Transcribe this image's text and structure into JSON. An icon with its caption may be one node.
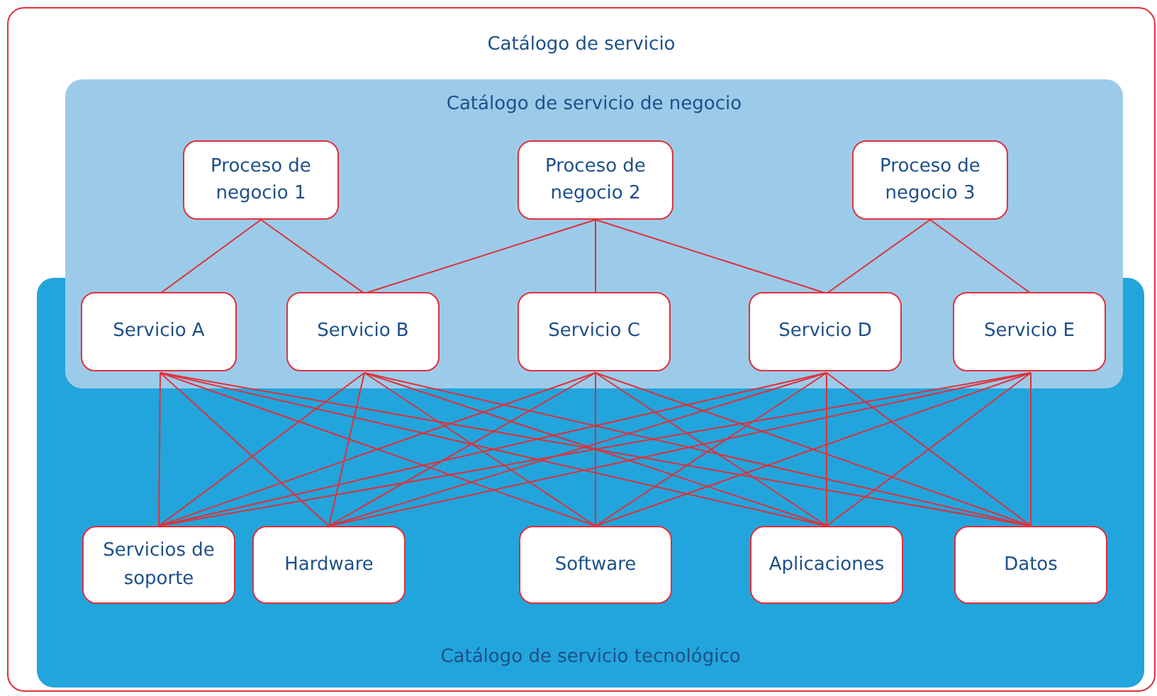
{
  "diagram": {
    "nodes": [
      {
        "text": [
          "Catálogo de servicio"
        ]
      },
      {
        "text": [
          "Catálogo de servicio de negocio"
        ],
        "in": 0
      },
      {
        "text": [
          "Proceso de negocio 1"
        ],
        "in": 1
      },
      {
        "text": [
          "Proceso de negocio 2"
        ],
        "in": 1
      },
      {
        "text": [
          "Proceso de negocio 3"
        ],
        "in": 1
      },
      {
        "text": [
          "Servicio A"
        ]
      },
      {
        "text": [
          "Servicio B"
        ]
      },
      {
        "text": [
          "Servicio C"
        ]
      },
      {
        "text": [
          "Servicio D"
        ]
      },
      {
        "text": [
          "Servicio E"
        ]
      },
      {
        "text": [
          "Catálogo de servicio tecnológico"
        ],
        "in": 0
      },
      {
        "text": [
          "Servicios de soporte"
        ],
        "in": 10
      },
      {
        "text": [
          "Hardware"
        ],
        "in": 10
      },
      {
        "text": [
          "Software"
        ],
        "in": 10
      },
      {
        "text": [
          "Aplicaciones"
        ],
        "in": 10
      },
      {
        "text": [
          "Datos"
        ],
        "in": 10
      }
    ],
    "edges": [
      {
        "from": 2,
        "to": 5,
        "arrow": "none"
      },
      {
        "from": 2,
        "to": 6,
        "arrow": "none"
      },
      {
        "from": 3,
        "to": 6,
        "arrow": "none"
      },
      {
        "from": 3,
        "to": 7,
        "arrow": "none"
      },
      {
        "from": 3,
        "to": 8,
        "arrow": "none"
      },
      {
        "from": 4,
        "to": 8,
        "arrow": "none"
      },
      {
        "from": 4,
        "to": 9,
        "arrow": "none"
      },
      {
        "from": 5,
        "to": 11,
        "arrow": "none"
      },
      {
        "from": 5,
        "to": 12,
        "arrow": "none"
      },
      {
        "from": 5,
        "to": 13,
        "arrow": "none"
      },
      {
        "from": 5,
        "to": 14,
        "arrow": "none"
      },
      {
        "from": 5,
        "to": 15,
        "arrow": "none"
      },
      {
        "from": 6,
        "to": 11,
        "arrow": "none"
      },
      {
        "from": 6,
        "to": 12,
        "arrow": "none"
      },
      {
        "from": 6,
        "to": 13,
        "arrow": "none"
      },
      {
        "from": 6,
        "to": 14,
        "arrow": "none"
      },
      {
        "from": 6,
        "to": 15,
        "arrow": "none"
      },
      {
        "from": 7,
        "to": 11,
        "arrow": "none"
      },
      {
        "from": 7,
        "to": 12,
        "arrow": "none"
      },
      {
        "from": 7,
        "to": 13,
        "arrow": "none"
      },
      {
        "from": 7,
        "to": 14,
        "arrow": "none"
      },
      {
        "from": 7,
        "to": 15,
        "arrow": "none"
      },
      {
        "from": 8,
        "to": 11,
        "arrow": "none"
      },
      {
        "from": 8,
        "to": 12,
        "arrow": "none"
      },
      {
        "from": 8,
        "to": 13,
        "arrow": "none"
      },
      {
        "from": 8,
        "to": 14,
        "arrow": "none"
      },
      {
        "from": 8,
        "to": 15,
        "arrow": "none"
      },
      {
        "from": 9,
        "to": 11,
        "arrow": "none"
      },
      {
        "from": 9,
        "to": 12,
        "arrow": "none"
      },
      {
        "from": 9,
        "to": 13,
        "arrow": "none"
      },
      {
        "from": 9,
        "to": 14,
        "arrow": "none"
      },
      {
        "from": 9,
        "to": 15,
        "arrow": "none"
      }
    ]
  }
}
